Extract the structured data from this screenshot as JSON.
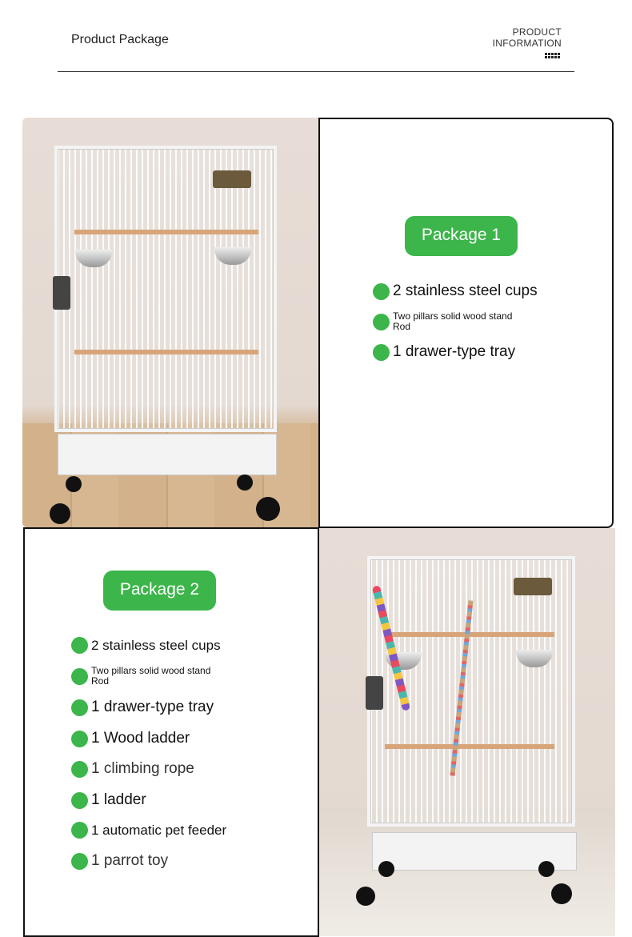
{
  "header": {
    "title": "Product Package",
    "info_line1": "PRODUCT",
    "info_line2": "INFORMATION"
  },
  "package1": {
    "badge": "Package 1",
    "items": [
      "2 stainless steel cups",
      "Two pillars solid wood stand Rod",
      "1 drawer-type tray"
    ]
  },
  "package2": {
    "badge": "Package 2",
    "items": [
      "2 stainless steel cups",
      "Two pillars solid wood stand Rod",
      "1 drawer-type tray",
      "1 Wood ladder",
      "1 climbing rope",
      "1 ladder",
      "1 automatic pet feeder",
      "1 parrot toy"
    ]
  },
  "colors": {
    "accent": "#3cb54a"
  }
}
